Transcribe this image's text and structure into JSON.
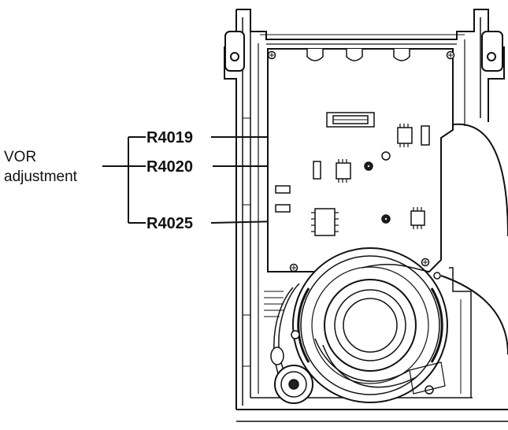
{
  "group_label": {
    "line1": "VOR",
    "line2": "adjustment"
  },
  "callouts": [
    {
      "id": "r4019",
      "label": "R4019"
    },
    {
      "id": "r4020",
      "label": "R4020"
    },
    {
      "id": "r4025",
      "label": "R4025"
    }
  ],
  "colors": {
    "ink": "#111111",
    "paper": "#ffffff",
    "gray": "#e8e8e8"
  }
}
